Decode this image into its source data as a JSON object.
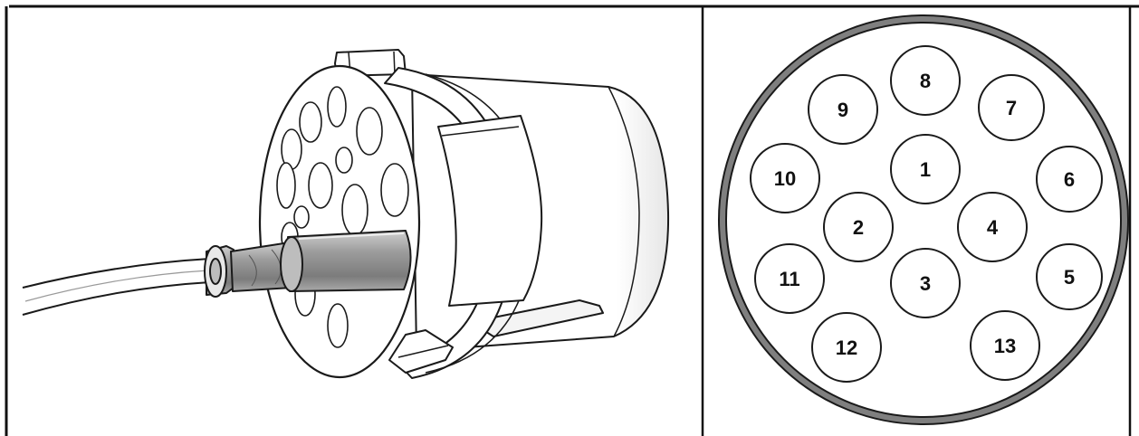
{
  "pinout": {
    "pins": [
      {
        "id": "pin-1",
        "label": "1"
      },
      {
        "id": "pin-2",
        "label": "2"
      },
      {
        "id": "pin-3",
        "label": "3"
      },
      {
        "id": "pin-4",
        "label": "4"
      },
      {
        "id": "pin-5",
        "label": "5"
      },
      {
        "id": "pin-6",
        "label": "6"
      },
      {
        "id": "pin-7",
        "label": "7"
      },
      {
        "id": "pin-8",
        "label": "8"
      },
      {
        "id": "pin-9",
        "label": "9"
      },
      {
        "id": "pin-10",
        "label": "10"
      },
      {
        "id": "pin-11",
        "label": "11"
      },
      {
        "id": "pin-12",
        "label": "12"
      },
      {
        "id": "pin-13",
        "label": "13"
      }
    ]
  },
  "colors": {
    "line": "#1a1a1a",
    "ring": "#7f7f7f",
    "probe": "#9a9a9a",
    "probe_shadow": "#6f6f6f"
  }
}
